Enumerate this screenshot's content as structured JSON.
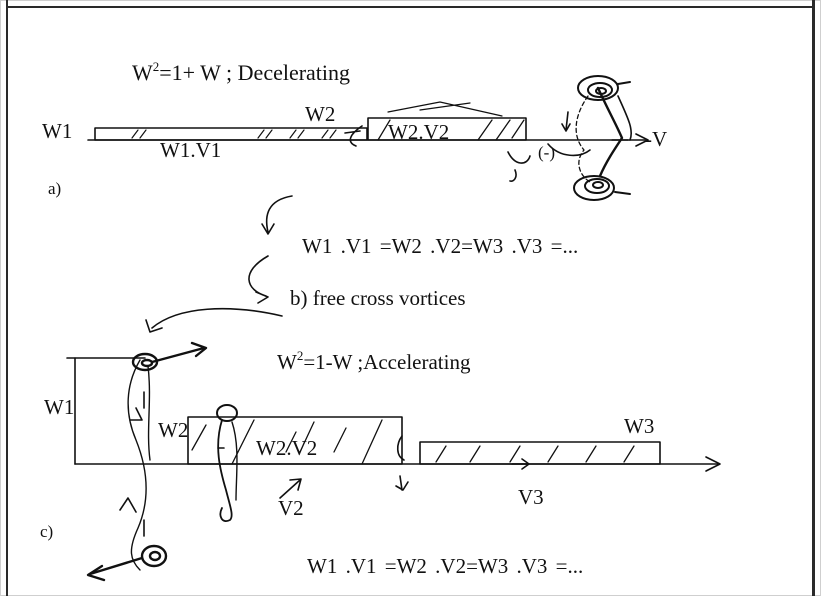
{
  "panel_a": {
    "equation_base": "W",
    "equation_exp": "2",
    "equation_rest": "=1+ W ; Decelerating",
    "label_w1": "W1",
    "label_w1v1": "W1.V1",
    "label_w2": "W2",
    "label_w2v2": "W2.V2",
    "label_minus": "(-)",
    "label_v": "-V",
    "tag": "a)"
  },
  "relation_top": "W1 .V1 =W2 .V2=W3 .V3 =...",
  "panel_b": {
    "caption": "b) free cross vortices"
  },
  "panel_c": {
    "equation_base": "W",
    "equation_exp": "2",
    "equation_rest": "=1-W ;Accelerating",
    "label_w1": "W1",
    "label_w2": "W2",
    "label_w2v2": "W2.V2",
    "label_w3": "W3",
    "label_v2": "V2",
    "label_v3": "V3",
    "tag": "c)"
  },
  "relation_bottom": "W1 .V1 =W2 .V2=W3 .V3 =..."
}
